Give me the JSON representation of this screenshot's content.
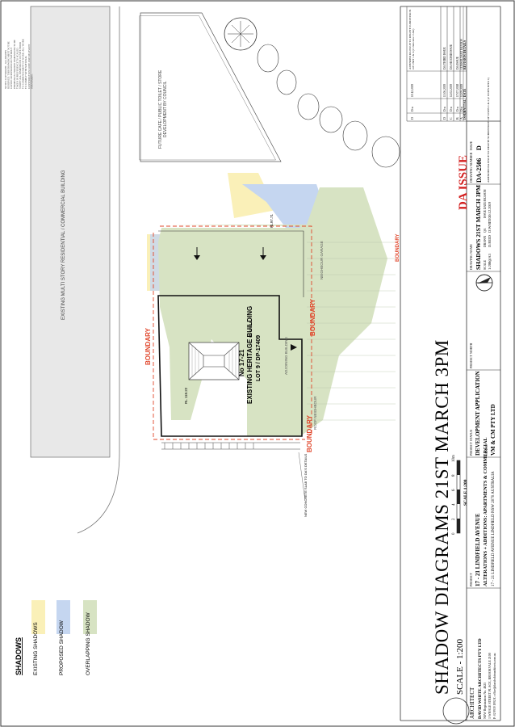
{
  "title": "SHADOW DIAGRAMS 21ST MARCH 3PM",
  "scale_label": "SCALE - 1:200",
  "legend": {
    "heading": "SHADOWS",
    "items": [
      {
        "label": "EXISTING SHADOWS",
        "color": "#faf0b8"
      },
      {
        "label": "PROPOSED SHADOW",
        "color": "#c5d6f0"
      },
      {
        "label": "OVERLAPPING SHADOW",
        "color": "#d7e3c3"
      }
    ]
  },
  "site": {
    "building_no": "No 17-21",
    "building_name": "EXISTING HERITAGE BUILDING",
    "lot": "LOT 9 / DP-17409",
    "rl_left": "RL 118.22",
    "rl_right": "RL 119.18",
    "rl_top": "RL97.71",
    "boundary": "BOUNDARY",
    "adjoining": "ADJOINING BUILDING",
    "roof_neighbour": "ROOF NEIGHBOUR",
    "neighbour_garage": "NEIGHBOUR GARAGE",
    "existing_multistory": "EXISTING MULTI STORY RESIDENTIAL / COMMERCIAL BUILDING",
    "future_cafe": "FUTURE CAFE / PUBLIC TOILET / STORE DEVELOPMENT BY COUNCIL",
    "concrete_note": "NEW CONCRETE SLAB TO DA'S DETAILS"
  },
  "scale_bar": {
    "label": "SCALE 1:200",
    "ticks": [
      "0",
      "2",
      "4",
      "6",
      "8",
      "10m"
    ]
  },
  "notes": "NOTES: COPYRIGHT - ALL RIGHTS RESERVED. THIS DRAWING MUST NOT BE COPIED OR REPRODUCED WITHOUT PERMISSION. FIGURED DIMENSIONS TO BE TAKEN IN PREFERENCE TO SCALED. VERIFY ALL DIMENSIONS ON SITE PRIOR TO COMMENCEMENT OF WORK. ALL WORK TO COMPLY WITH NATIONAL CONSTRUCTION CODE AND RELEVANT STANDARDS.",
  "architect": {
    "label": "ARCHITECT",
    "name": "DAVID WHITE ARCHITECTS PTY LTD",
    "reg": "NSW Registration No. 4625",
    "address": "1 WHALE STREET PLACE, BROOKVALE 2100",
    "contact": "P: 02 9939 1992   E: office@davidwhitearchitects.com.au"
  },
  "project": {
    "label": "PROJECT",
    "line1": "17 - 21 LINDFIELD AVENUE",
    "line2": "ALTERATIONS + ADDITIONS: APARTMENTS & COMMERCIAL",
    "line3": "17 - 21 LINDFIELD AVENUE LINDFIELD NSW 2070 AUSTRALIA"
  },
  "client": {
    "label": "CLIENT",
    "name": "VM & CM PTY LTD"
  },
  "project_status": {
    "label": "PROJECT STATUS",
    "value": "DEVELOPMENT APPLICATION"
  },
  "north_label": "PROJECT NORTH",
  "drawing_name": {
    "label": "DRAWING NAME",
    "value": "SHADOWS 21ST MARCH 3PM"
  },
  "meta": {
    "scale_label": "SCALE",
    "scale_value": "1:200@A3",
    "drawn_label": "DRAWN",
    "drawn_value": "D.REID",
    "qa_label": "QA",
    "qa_value": "D.WHITE",
    "issue_label": "ISSUE DATE/REASON",
    "issue_value": "10.12.2019",
    "reason": "AMENDED DA ISSUE TO DELETE SUBDIVISION OF UNITS 1 & 3 (2 UNITS INTO 1)"
  },
  "drawing_number": {
    "label": "DRAWING NUMBER",
    "value": "DA-2506",
    "issue_label": "ISSUE",
    "issue_value": "D"
  },
  "da_issue": "DA ISSUE",
  "revisions": {
    "headers": [
      "ISSUE",
      "INITIAL",
      "DATE",
      "REVISION DETAILS"
    ],
    "rows": [
      [
        "A",
        "D.w",
        "12.09.2019",
        "CONSULTANT REVIEW"
      ],
      [
        "B",
        "D.w",
        "17.07.2018",
        "DA ISSUE"
      ],
      [
        "C",
        "D.w",
        "12.02.2019",
        "DA SECOND ISSUE"
      ],
      [
        "D",
        "D.w",
        "13.06.2019",
        "DA THIRD ISSUE"
      ],
      [
        "D",
        "D.w",
        "10.12.2019",
        "AMENDED DA ISSUE TO DELETE SUBDIVISION OF UNIT 1 & 3 (2 Units into 1 Unit)"
      ]
    ]
  }
}
